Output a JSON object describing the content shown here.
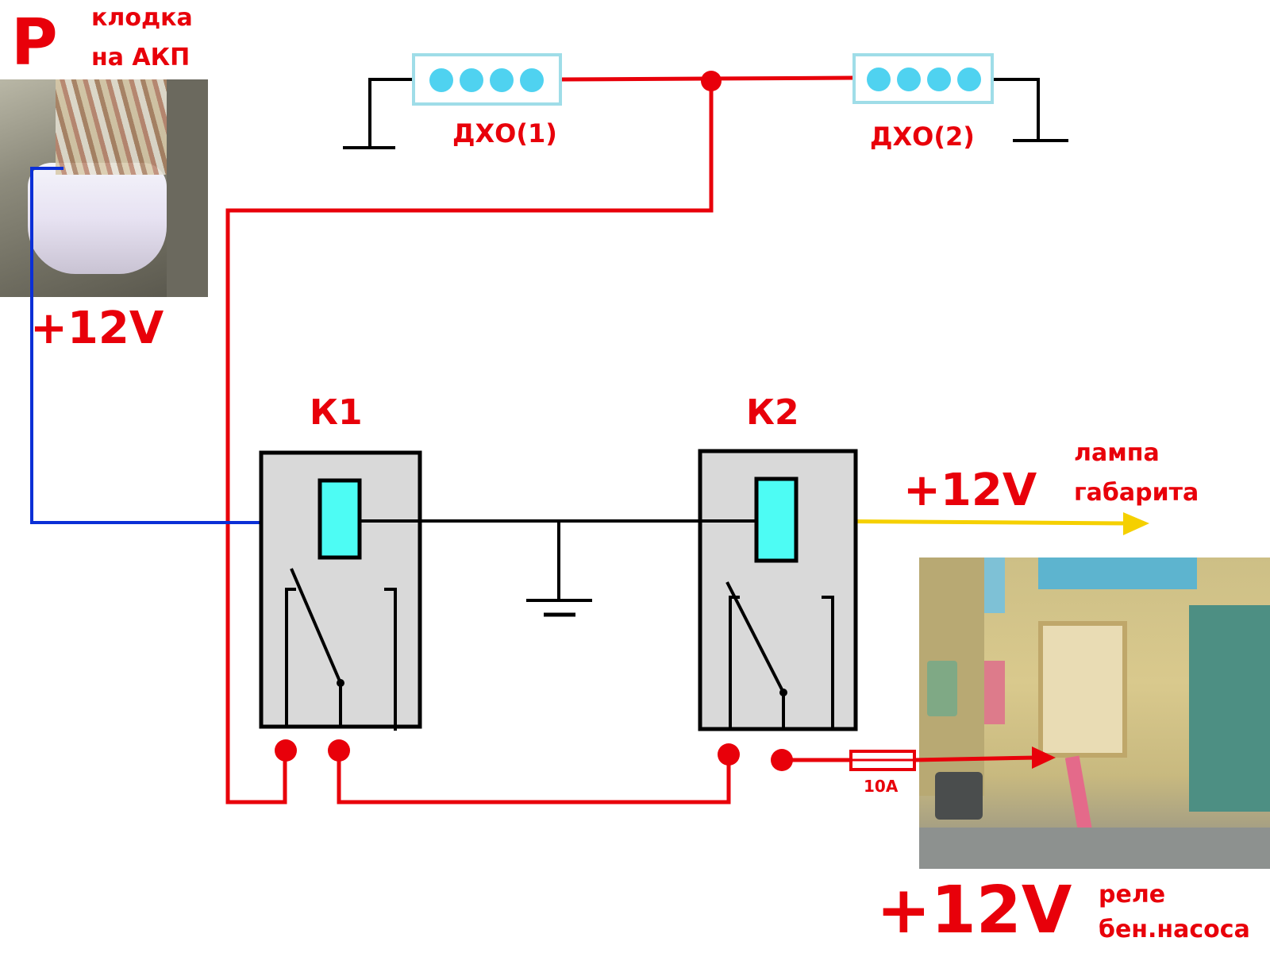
{
  "labels": {
    "p_letter": "P",
    "connector_line1": "клодка",
    "connector_line2": "на АКП",
    "plus12_left": "+12V",
    "dho1": "ДХО(1)",
    "dho2": "ДХО(2)",
    "k1": "К1",
    "k2": "К2",
    "plus12_lamp": "+12V",
    "lamp_line1": "лампа",
    "lamp_line2": "габарита",
    "fuse": "10А",
    "plus12_relay": "+12V",
    "relay_line1": "реле",
    "relay_line2": "бен.насоса"
  },
  "colors": {
    "positive_wire": "#e8000a",
    "signal_wire": "#0b2fd6",
    "lamp_wire": "#f5d000",
    "ground_wire": "#000000",
    "relay_body": "#d9d9d9",
    "coil": "#4dfcf4",
    "led": "#4fd2f0",
    "text": "#e8000a"
  }
}
